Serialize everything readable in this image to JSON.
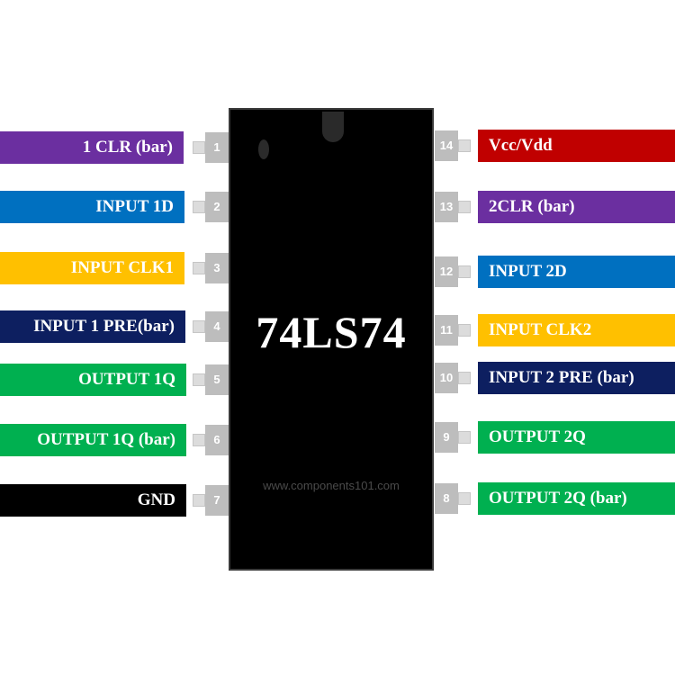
{
  "chip": {
    "name": "74LS74",
    "watermark": "www.components101.com"
  },
  "left_pins": [
    {
      "number": "1",
      "label": "1 CLR (bar)",
      "color": "#6b2fa0"
    },
    {
      "number": "2",
      "label": "INPUT 1D",
      "color": "#0070c0"
    },
    {
      "number": "3",
      "label": "INPUT CLK1",
      "color": "#ffc000"
    },
    {
      "number": "4",
      "label": "INPUT 1 PRE(bar)",
      "color": "#0d1f60"
    },
    {
      "number": "5",
      "label": "OUTPUT 1Q",
      "color": "#00b050"
    },
    {
      "number": "6",
      "label": "OUTPUT 1Q (bar)",
      "color": "#00b050"
    },
    {
      "number": "7",
      "label": "GND",
      "color": "#000000"
    }
  ],
  "right_pins": [
    {
      "number": "14",
      "label": "Vcc/Vdd",
      "color": "#c00000"
    },
    {
      "number": "13",
      "label": "2CLR (bar)",
      "color": "#6b2fa0"
    },
    {
      "number": "12",
      "label": "INPUT 2D",
      "color": "#0070c0"
    },
    {
      "number": "11",
      "label": "INPUT CLK2",
      "color": "#ffc000"
    },
    {
      "number": "10",
      "label": "INPUT 2 PRE (bar)",
      "color": "#0d1f60"
    },
    {
      "number": "9",
      "label": "OUTPUT 2Q",
      "color": "#00b050"
    },
    {
      "number": "8",
      "label": "OUTPUT 2Q (bar)",
      "color": "#00b050"
    }
  ]
}
